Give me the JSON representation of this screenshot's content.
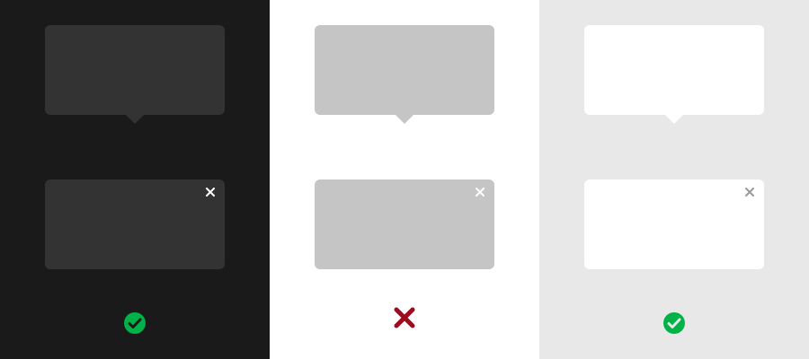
{
  "panels": [
    {
      "id": "dark",
      "background": "#1a1a1a",
      "surface": "#333333",
      "close_color": "#ffffff",
      "close_icon": "close-icon",
      "status": "pass",
      "status_icon": "check-circle-icon",
      "status_color": "#00b248"
    },
    {
      "id": "white",
      "background": "#ffffff",
      "surface": "#c5c5c5",
      "close_color": "#ffffff",
      "close_icon": "close-icon",
      "status": "fail",
      "status_icon": "cross-icon",
      "status_color": "#9e0b1e"
    },
    {
      "id": "light-gray",
      "background": "#e8e8e8",
      "surface": "#ffffff",
      "close_color": "#9a9a9a",
      "close_icon": "close-icon",
      "status": "pass",
      "status_icon": "check-circle-icon",
      "status_color": "#00b248"
    }
  ]
}
